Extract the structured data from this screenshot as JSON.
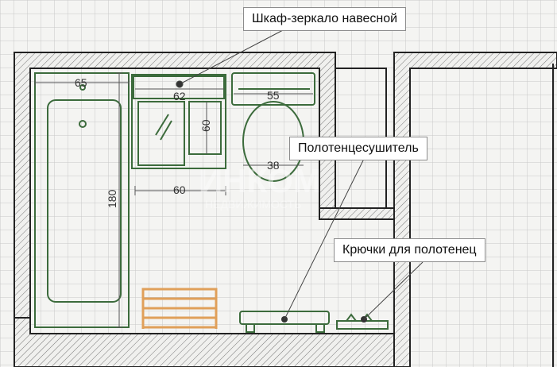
{
  "labels": {
    "mirror_cabinet": "Шкаф-зеркало навесной",
    "towel_dryer": "Полотенцесушитель",
    "towel_hooks": "Крючки для полотенец"
  },
  "dimensions": {
    "bathtub_width": "65",
    "bathtub_length": "180",
    "cabinet_width": "62",
    "cabinet_depth": "60",
    "vanity_clearance": "60",
    "toilet_width": "55",
    "toilet_clearance": "38"
  },
  "watermark": {
    "line1": "ИНКОМ",
    "line2": "НЕДВИЖИМОСТЬ"
  },
  "colors": {
    "wall": "#222222",
    "fixture": "#3c6b3c",
    "highlight": "#e0a05a",
    "grid": "#c8c8c8"
  }
}
